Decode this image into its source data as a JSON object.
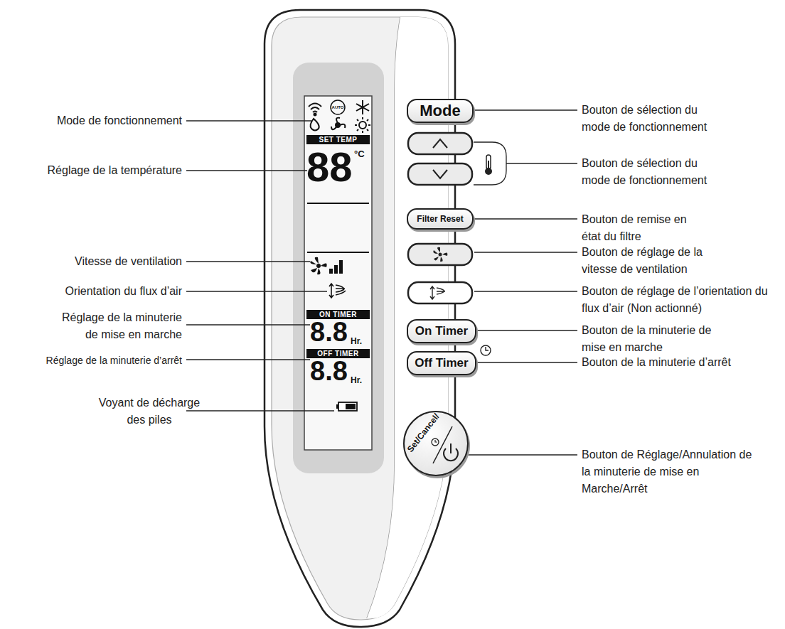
{
  "diagram": {
    "nodes": [
      {
        "text": [
          "Mode"
        ]
      },
      {
        "text": [
          "Filter Reset"
        ]
      },
      {
        "text": [
          "On Timer"
        ]
      },
      {
        "text": [
          "Off Timer"
        ]
      },
      {
        "text": [
          "Set/Cancel/"
        ]
      }
    ],
    "labels": [
      "AUTO",
      "SET TEMP",
      "88",
      "°C",
      "ON TIMER",
      "8.8",
      "Hr.",
      "OFF TIMER",
      "8.8",
      "Hr.",
      "Mode de fonctionnement",
      "Réglage de la température",
      "Vitesse de ventilation",
      "Orientation du flux d’air",
      "Réglage de la minuterie de mise en marche",
      "Réglage de la minuterie d’arrêt",
      "Voyant de décharge des piles",
      "Bouton de sélection du mode de fonctionnement",
      "Bouton de sélection du mode de fonctionnement",
      "Bouton de remise en état du filtre",
      "Bouton de réglage de la vitesse de ventilation",
      "Bouton de réglage de l’orientation du flux d’air (Non actionné)",
      "Bouton de la minuterie de mise en marche",
      "Bouton de la minuterie d’arrêt",
      "Bouton de Réglage/Annulation de la minuterie de mise en Marche/Arrêt"
    ]
  }
}
